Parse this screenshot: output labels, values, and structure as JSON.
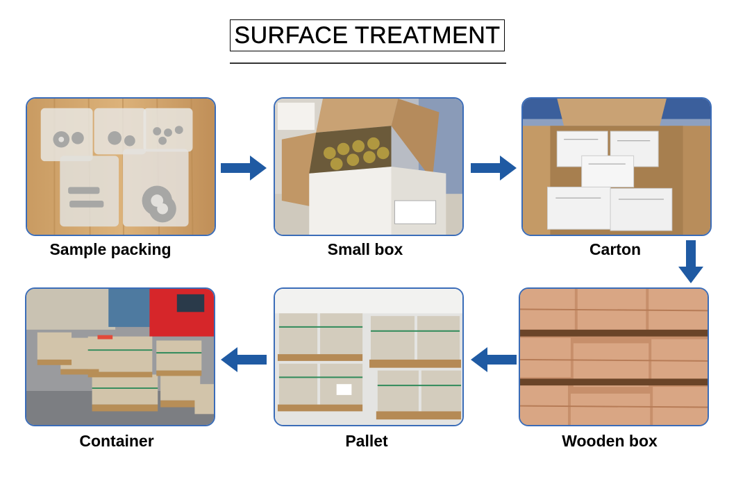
{
  "title": "SURFACE TREATMENT",
  "colors": {
    "frame": "#3a6cb8",
    "arrow": "#1f5aa3"
  },
  "steps": [
    {
      "label": "Sample packing"
    },
    {
      "label": "Small box"
    },
    {
      "label": "Carton"
    },
    {
      "label": "Wooden box"
    },
    {
      "label": "Pallet"
    },
    {
      "label": "Container"
    }
  ]
}
